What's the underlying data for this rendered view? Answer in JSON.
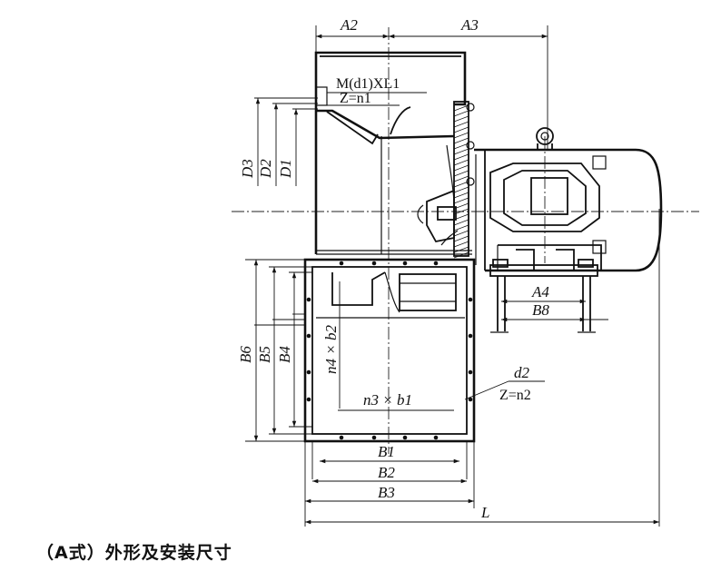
{
  "labels": {
    "A2": "A2",
    "A3": "A3",
    "flange_bolts": "M(d1)XL1",
    "flange_bolts_count": "Z=n1",
    "D3": "D3",
    "D2": "D2",
    "D1": "D1",
    "B6": "B6",
    "B5": "B5",
    "B4": "B4",
    "n4b2": "n4 × b2",
    "n3b1": "n3 × b1",
    "d2": "d2",
    "outlet_bolts_count": "Z=n2",
    "A4": "A4",
    "B8": "B8",
    "B1": "B1",
    "B2": "B2",
    "B3": "B3",
    "L": "L"
  },
  "caption": "（A式）外形及安装尺寸"
}
